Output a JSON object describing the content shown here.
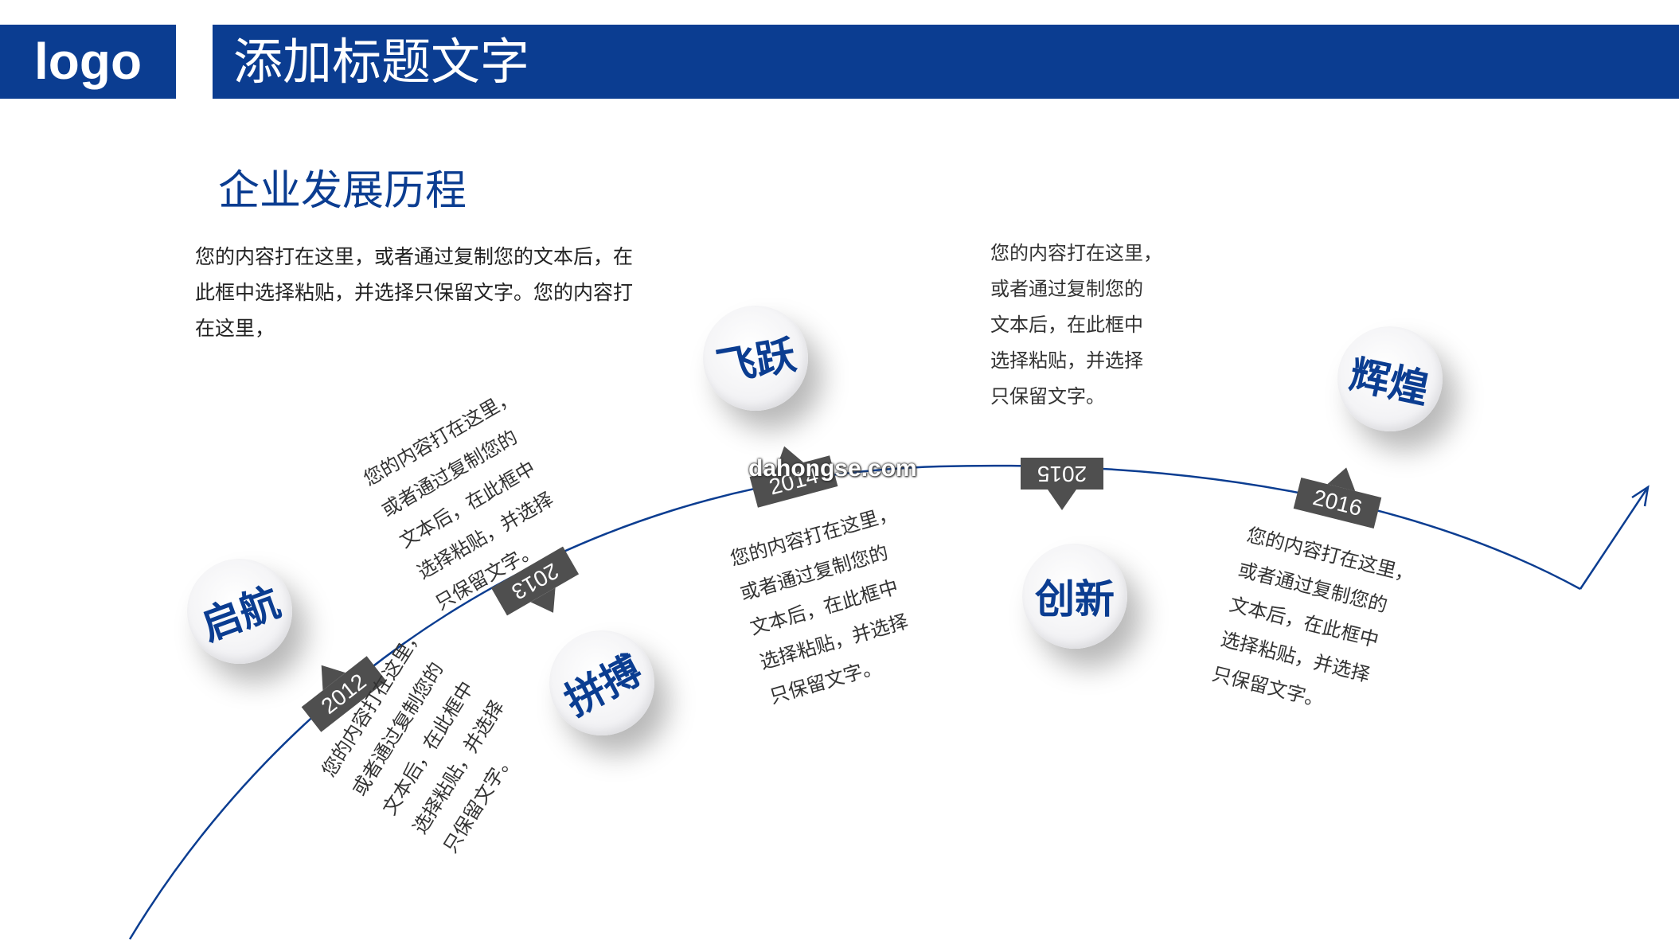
{
  "header": {
    "logo": "logo",
    "title": "添加标题文字"
  },
  "section": {
    "title": "企业发展历程",
    "intro": "您的内容打在这里，或者通过复制您的文本后，在此框中选择粘贴，并选择只保留文字。您的内容打在这里，"
  },
  "milestones": [
    {
      "label": "启航",
      "year": "2012"
    },
    {
      "label": "拼搏",
      "year": "2013"
    },
    {
      "label": "飞跃",
      "year": "2014"
    },
    {
      "label": "创新",
      "year": "2015"
    },
    {
      "label": "辉煌",
      "year": "2016"
    }
  ],
  "blurbs": [
    "您的内容打在这里，\n或者通过复制您的\n文本后，在此框中\n选择粘贴，并选择\n只保留文字。",
    "您的内容打在这里，\n或者通过复制您的\n文本后，在此框中\n选择粘贴，并选择\n只保留文字。",
    "您的内容打在这里，\n或者通过复制您的\n文本后，在此框中\n选择粘贴，并选择\n只保留文字。",
    "您的内容打在这里，\n或者通过复制您的\n文本后，在此框中\n选择粘贴，并选择\n只保留文字。",
    "您的内容打在这里，\n或者通过复制您的\n文本后，在此框中\n选择粘贴，并选择\n只保留文字。"
  ],
  "watermark": "dahongse.com",
  "colors": {
    "brand": "#0b3d91",
    "tag": "#4f4f4f"
  }
}
